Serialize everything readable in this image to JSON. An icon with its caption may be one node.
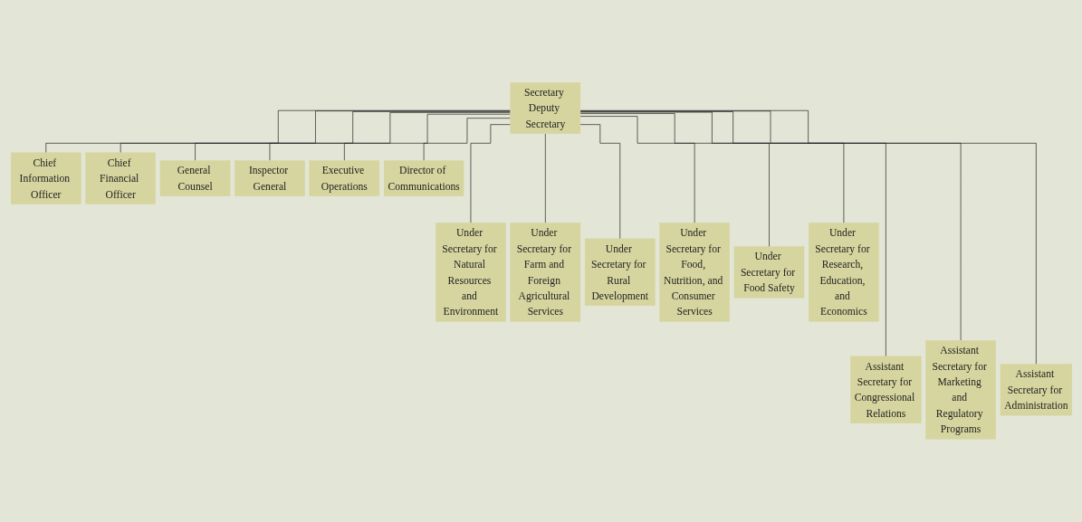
{
  "diagram": {
    "nodes": [
      {
        "text": [
          "Secretary Deputy Secretary"
        ]
      },
      {
        "text": [
          "Chief Information Officer"
        ]
      },
      {
        "text": [
          "Chief Financial Officer"
        ]
      },
      {
        "text": [
          "General Counsel"
        ]
      },
      {
        "text": [
          "Inspector General"
        ]
      },
      {
        "text": [
          "Executive Operations"
        ]
      },
      {
        "text": [
          "Director of Communications"
        ]
      },
      {
        "text": [
          "Under Secretary for Natural Resources and Environment"
        ]
      },
      {
        "text": [
          "Under Secretary for Farm and Foreign Agricultural Services"
        ]
      },
      {
        "text": [
          "Under Secretary for Rural Development"
        ]
      },
      {
        "text": [
          "Under Secretary for Food, Nutrition, and Consumer Services"
        ]
      },
      {
        "text": [
          "Under Secretary for Food Safety"
        ]
      },
      {
        "text": [
          "Under Secretary for Research, Education, and Economics"
        ]
      },
      {
        "text": [
          "Assistant Secretary for Congressional Relations"
        ]
      },
      {
        "text": [
          "Assistant Secretary for Marketing and Regulatory Programs"
        ]
      },
      {
        "text": [
          "Assistant Secretary for Administration"
        ]
      }
    ],
    "edges": [
      {
        "from": 0,
        "to": 1,
        "arrow": "none"
      },
      {
        "from": 0,
        "to": 2,
        "arrow": "none"
      },
      {
        "from": 0,
        "to": 3,
        "arrow": "none"
      },
      {
        "from": 0,
        "to": 4,
        "arrow": "none"
      },
      {
        "from": 0,
        "to": 5,
        "arrow": "none"
      },
      {
        "from": 0,
        "to": 6,
        "arrow": "none"
      },
      {
        "from": 0,
        "to": 7,
        "arrow": "none"
      },
      {
        "from": 0,
        "to": 8,
        "arrow": "none"
      },
      {
        "from": 0,
        "to": 9,
        "arrow": "none"
      },
      {
        "from": 0,
        "to": 10,
        "arrow": "none"
      },
      {
        "from": 0,
        "to": 11,
        "arrow": "none"
      },
      {
        "from": 0,
        "to": 12,
        "arrow": "none"
      },
      {
        "from": 0,
        "to": 13,
        "arrow": "none"
      },
      {
        "from": 0,
        "to": 14,
        "arrow": "none"
      },
      {
        "from": 0,
        "to": 15,
        "arrow": "none"
      }
    ]
  }
}
